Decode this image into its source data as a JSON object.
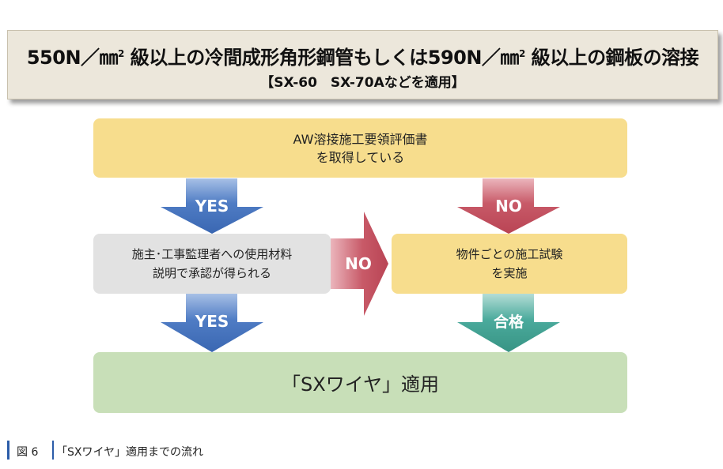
{
  "header": {
    "title_part1": "550N／㎜",
    "title_sup1": "2",
    "title_part2": " 級以上の冷間成形角形鋼管もしくは590N／㎜",
    "title_sup2": "2",
    "title_part3": " 級以上の鋼板の溶接",
    "subtitle": "【SX-60　SX-70Aなどを適用】"
  },
  "flow": {
    "step1": {
      "line1": "AW溶接施工要領評価書",
      "line2": "を取得している"
    },
    "step2": {
      "line1": "施主･工事監理者への使用材料",
      "line2": "説明で承認が得られる"
    },
    "step3": {
      "line1": "物件ごとの施工試験",
      "line2": "を実施"
    },
    "result": "「SXワイヤ」適用",
    "arrows": {
      "yes_top": "YES",
      "no_top": "NO",
      "no_middle": "NO",
      "yes_bottom": "YES",
      "pass": "合格"
    }
  },
  "colors": {
    "yes_arrow": "#4f7cc4",
    "no_arrow": "#c85a68",
    "pass_arrow": "#4aaa9c",
    "decision_box": "#f7dd8d",
    "approval_box": "#e2e2e2",
    "result_box": "#c8dfb8"
  },
  "caption": {
    "figure_label": "図 6",
    "text": "「SXワイヤ」適用までの流れ"
  }
}
